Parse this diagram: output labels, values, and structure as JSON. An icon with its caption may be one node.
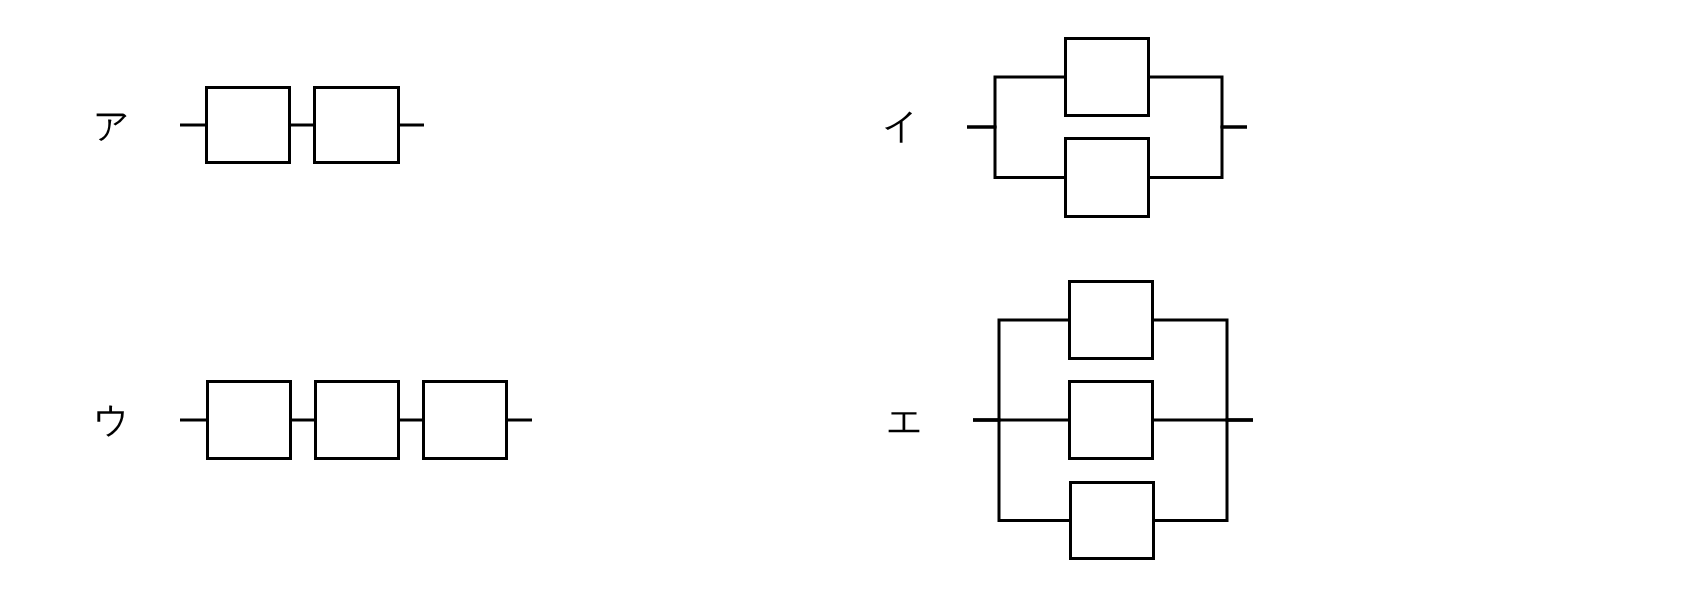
{
  "diagram": {
    "nodes": [
      {
        "text": [],
        "shape": "box"
      },
      {
        "text": [],
        "shape": "box"
      },
      {
        "text": [],
        "shape": "box"
      },
      {
        "text": [],
        "shape": "box"
      },
      {
        "text": [],
        "shape": "box"
      },
      {
        "text": [],
        "shape": "box"
      },
      {
        "text": [],
        "shape": "box"
      },
      {
        "text": [],
        "shape": "box"
      },
      {
        "text": [],
        "shape": "box"
      },
      {
        "text": [],
        "shape": "box"
      }
    ],
    "edges": [
      {
        "from": null,
        "to": 0,
        "arrow": "none"
      },
      {
        "from": 0,
        "to": 1,
        "arrow": "none"
      },
      {
        "from": 1,
        "to": null,
        "arrow": "none"
      },
      {
        "from": null,
        "to": 2,
        "arrow": "none"
      },
      {
        "from": null,
        "to": 3,
        "arrow": "none"
      },
      {
        "from": 2,
        "to": null,
        "arrow": "none"
      },
      {
        "from": 3,
        "to": null,
        "arrow": "none"
      },
      {
        "from": null,
        "to": 4,
        "arrow": "none"
      },
      {
        "from": 4,
        "to": 5,
        "arrow": "none"
      },
      {
        "from": 5,
        "to": 6,
        "arrow": "none"
      },
      {
        "from": 6,
        "to": null,
        "arrow": "none"
      },
      {
        "from": null,
        "to": 7,
        "arrow": "none"
      },
      {
        "from": null,
        "to": 8,
        "arrow": "none"
      },
      {
        "from": null,
        "to": 9,
        "arrow": "none"
      },
      {
        "from": 7,
        "to": null,
        "arrow": "none"
      },
      {
        "from": 8,
        "to": null,
        "arrow": "none"
      },
      {
        "from": 9,
        "to": null,
        "arrow": "none"
      }
    ],
    "labels": [
      "ア",
      "イ",
      "ウ",
      "エ"
    ]
  }
}
